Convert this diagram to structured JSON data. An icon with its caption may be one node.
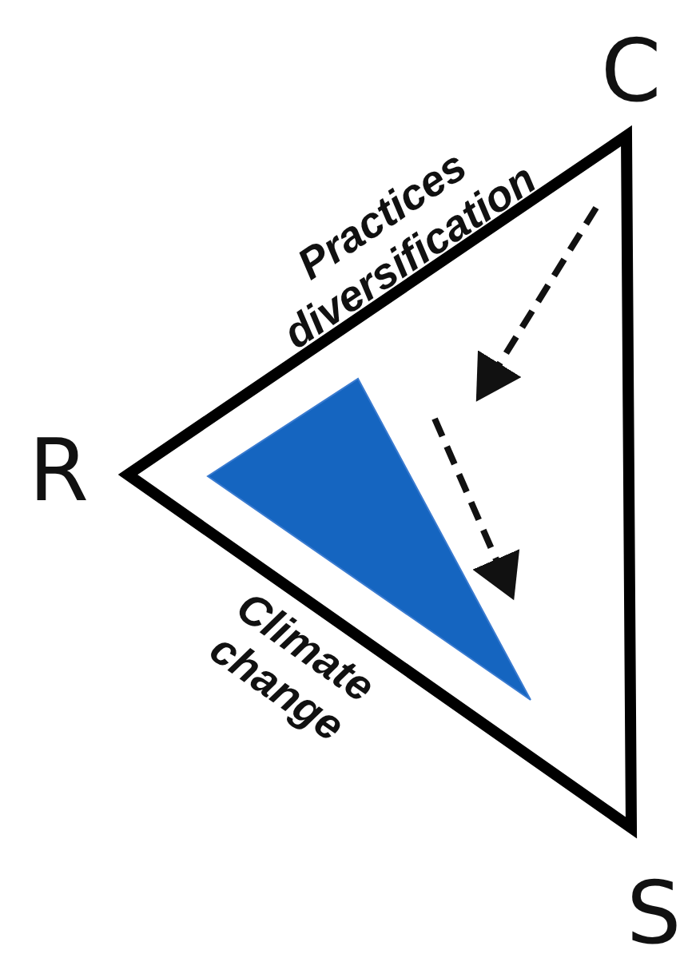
{
  "diagram": {
    "labels": [
      "C",
      "Practices diversification",
      "R",
      "Climate change",
      "S"
    ]
  }
}
